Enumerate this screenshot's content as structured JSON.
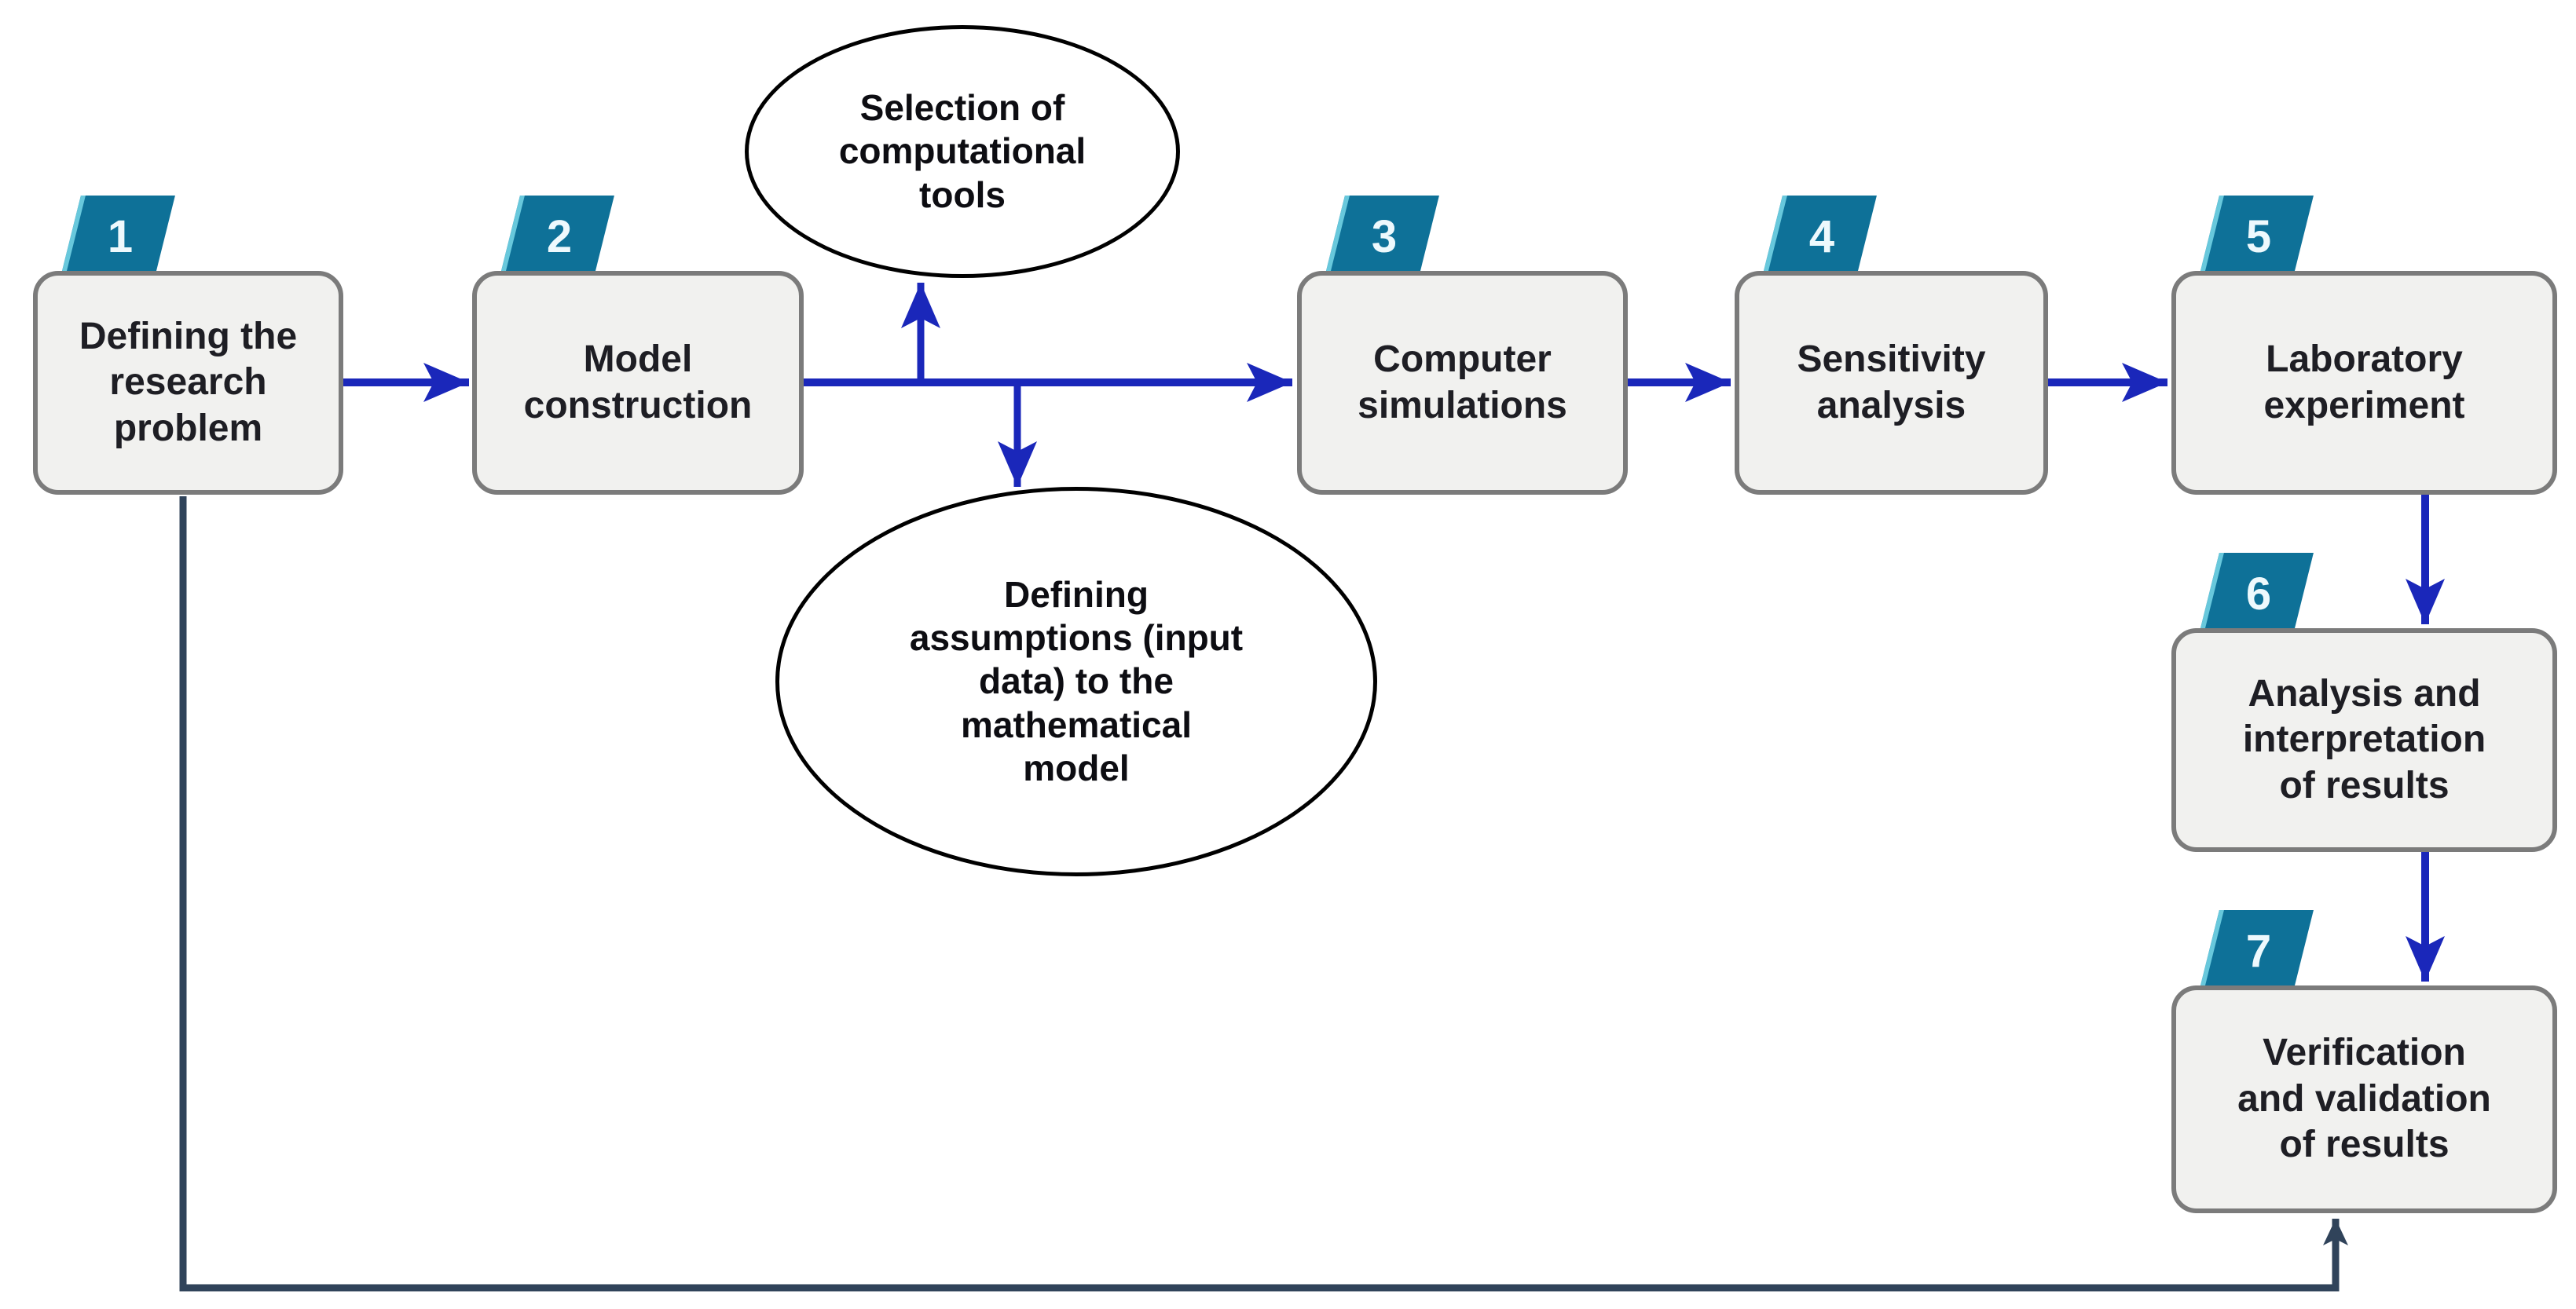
{
  "flowchart": {
    "steps": [
      {
        "number": "1",
        "label": "Defining the\nresearch\nproblem"
      },
      {
        "number": "2",
        "label": "Model\nconstruction"
      },
      {
        "number": "3",
        "label": "Computer\nsimulations"
      },
      {
        "number": "4",
        "label": "Sensitivity\nanalysis"
      },
      {
        "number": "5",
        "label": "Laboratory\nexperiment"
      },
      {
        "number": "6",
        "label": "Analysis and\ninterpretation\nof results"
      },
      {
        "number": "7",
        "label": "Verification\nand validation\nof results"
      }
    ],
    "side_nodes": [
      {
        "label": "Selection of\ncomputational\ntools"
      },
      {
        "label": "Defining\nassumptions (input\ndata) to the\nmathematical\nmodel"
      }
    ],
    "colors": {
      "arrow_blue": "#1a27ba",
      "feedback_dark": "#30435a",
      "tag_teal": "#0e7198",
      "tag_edge_light": "#68c8dc",
      "box_fill": "#f1f1ef",
      "box_border": "#7b7b7b",
      "ellipse_border": "#000000",
      "text": "#1e1e24"
    }
  }
}
